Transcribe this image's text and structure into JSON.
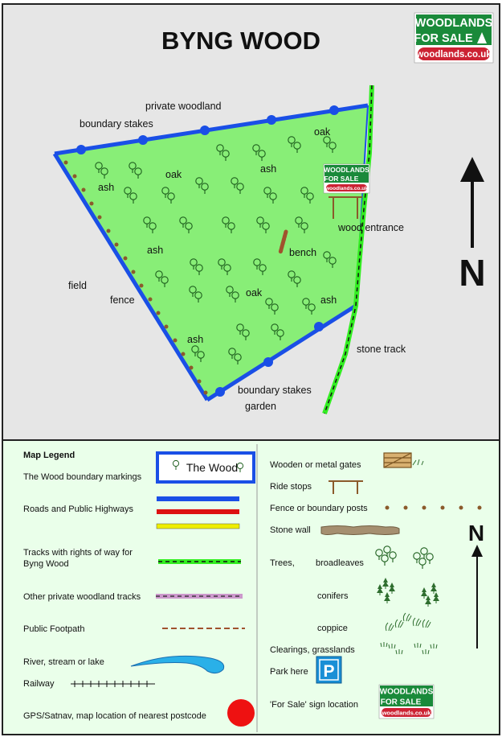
{
  "map": {
    "title": "BYNG WOOD",
    "labels": {
      "private_woodland": "private woodland",
      "boundary_stakes_top": "boundary stakes",
      "field": "field",
      "fence": "fence",
      "wood_entrance": "wood entrance",
      "bench": "bench",
      "stone_track": "stone track",
      "boundary_stakes_bottom": "boundary stakes",
      "garden": "garden",
      "north": "N"
    },
    "tree_labels": [
      "oak",
      "ash",
      "oak",
      "ash",
      "ash",
      "oak",
      "ash",
      "ash"
    ]
  },
  "logo": {
    "line1": "WOODLANDS",
    "line2": "FOR SALE",
    "url": "woodlands.co.uk"
  },
  "legend": {
    "title": "Map Legend",
    "boundary": "The Wood boundary markings",
    "boundary_sample": "The Wood",
    "roads": "Roads and Public Highways",
    "tracks_line1": "Tracks with rights of way for",
    "tracks_line2": "Byng Wood",
    "private_tracks": "Other private woodland tracks",
    "footpath": "Public Footpath",
    "river": "River, stream or lake",
    "railway": "Railway",
    "gps": "GPS/Satnav, map location of nearest postcode",
    "gates": "Wooden or metal gates",
    "ride_stops": "Ride stops",
    "fence_posts": "Fence or boundary posts",
    "stone_wall": "Stone wall",
    "trees": "Trees,",
    "broadleaves": "broadleaves",
    "conifers": "conifers",
    "coppice": "coppice",
    "clearings": "Clearings, grasslands",
    "park": "Park here",
    "park_symbol": "P",
    "for_sale": "'For Sale'  sign location",
    "north": "N"
  },
  "colors": {
    "wood_fill": "#88ee77",
    "boundary": "#1a4fe6",
    "track": "#33ee22",
    "road_blue": "#1a4fe6",
    "road_red": "#dd1111",
    "road_yellow": "#eeee00",
    "logo_green": "#1a8a3a",
    "logo_red": "#cc2233",
    "fence_post": "#8b5a2b",
    "park_blue": "#1a8fd6",
    "gps_red": "#ee1111"
  }
}
